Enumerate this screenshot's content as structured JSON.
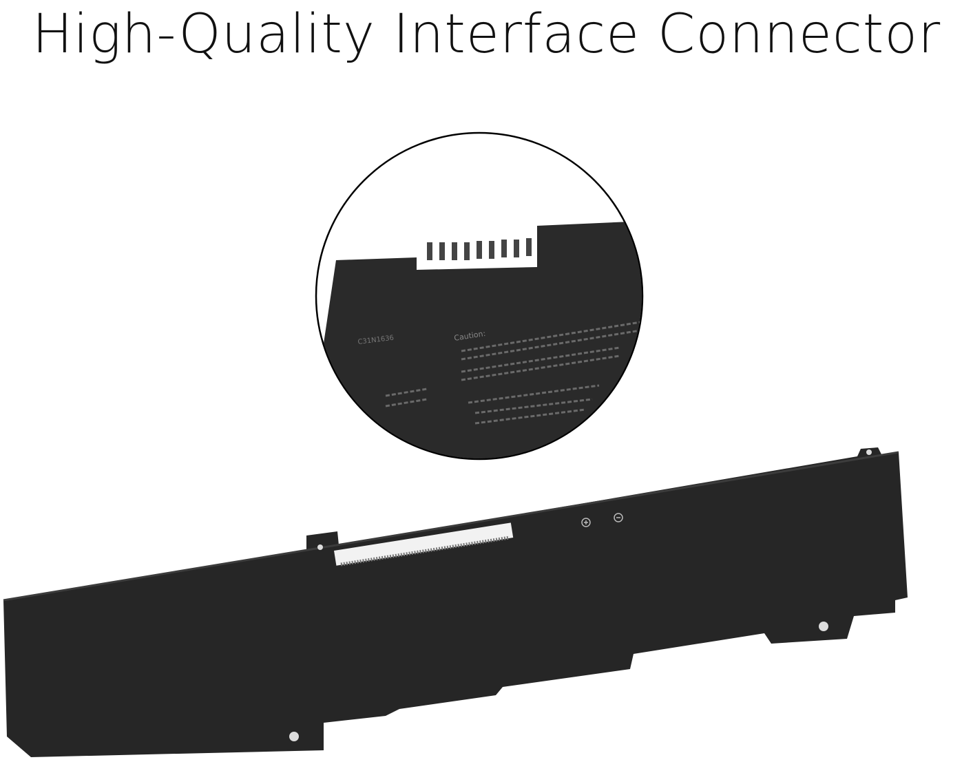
{
  "title": "High-Quality Interface Connector",
  "product_photo": {
    "zoom_label_model": "C31N1636",
    "zoom_label_caution": "Caution:",
    "terminal_plus": "+",
    "terminal_minus": "−"
  },
  "colors": {
    "battery": "#262626",
    "background": "#ffffff",
    "circle_outline": "#000000"
  }
}
